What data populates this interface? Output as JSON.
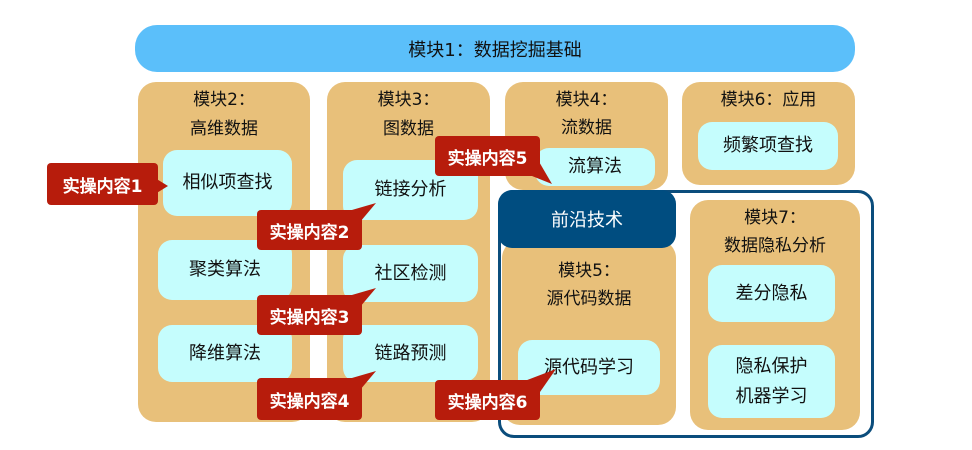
{
  "top_bar": "模块1：数据挖掘基础",
  "modules": [
    {
      "title": [
        "模块2：",
        "高维数据"
      ],
      "items": [
        "相似项查找",
        "聚类算法",
        "降维算法"
      ]
    },
    {
      "title": [
        "模块3：",
        "图数据"
      ],
      "items": [
        "链接分析",
        "社区检测",
        "链路预测"
      ]
    },
    {
      "title": [
        "模块4：",
        "流数据"
      ],
      "items": [
        "流算法"
      ]
    },
    {
      "title": [
        "模块6：应用"
      ],
      "items": [
        "频繁项查找"
      ]
    },
    {
      "title": [
        "模块5：",
        "源代码数据"
      ],
      "items": [
        "源代码学习"
      ]
    },
    {
      "title": [
        "模块7：",
        "数据隐私分析"
      ],
      "items": [
        "差分隐私",
        "隐私保护",
        "机器学习"
      ]
    }
  ],
  "frontier_label": "前沿技术",
  "callouts": [
    "实操内容1",
    "实操内容2",
    "实操内容3",
    "实操内容4",
    "实操内容5",
    "实操内容6"
  ],
  "colors": {
    "top": "#5bbffa",
    "module": "#e8c07a",
    "item": "#c5fdfd",
    "callout": "#b71c0c",
    "frontier": "#004d80"
  }
}
